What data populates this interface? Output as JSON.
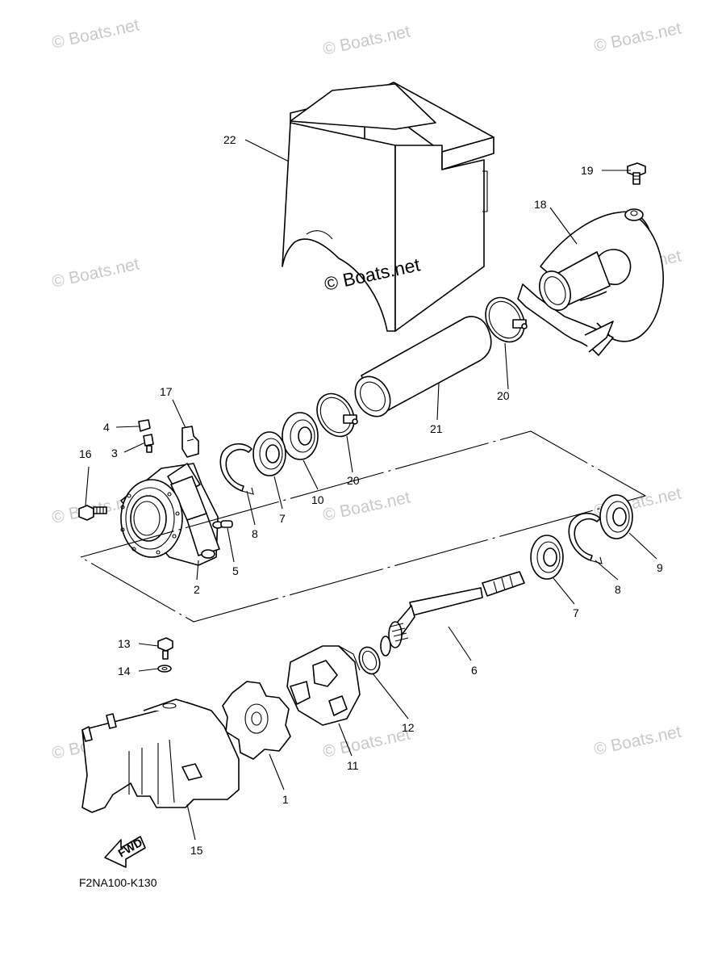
{
  "diagram": {
    "callouts": [
      "22",
      "19",
      "18",
      "17",
      "4",
      "3",
      "16",
      "20",
      "21",
      "20",
      "8",
      "7",
      "10",
      "5",
      "2",
      "9",
      "8",
      "7",
      "6",
      "13",
      "14",
      "12",
      "11",
      "1",
      "15"
    ],
    "watermark": "© Boats.net",
    "center_watermark": "© Boats.net",
    "fwd_label": "FWD",
    "drawing_code": "F2NA100-K130"
  }
}
